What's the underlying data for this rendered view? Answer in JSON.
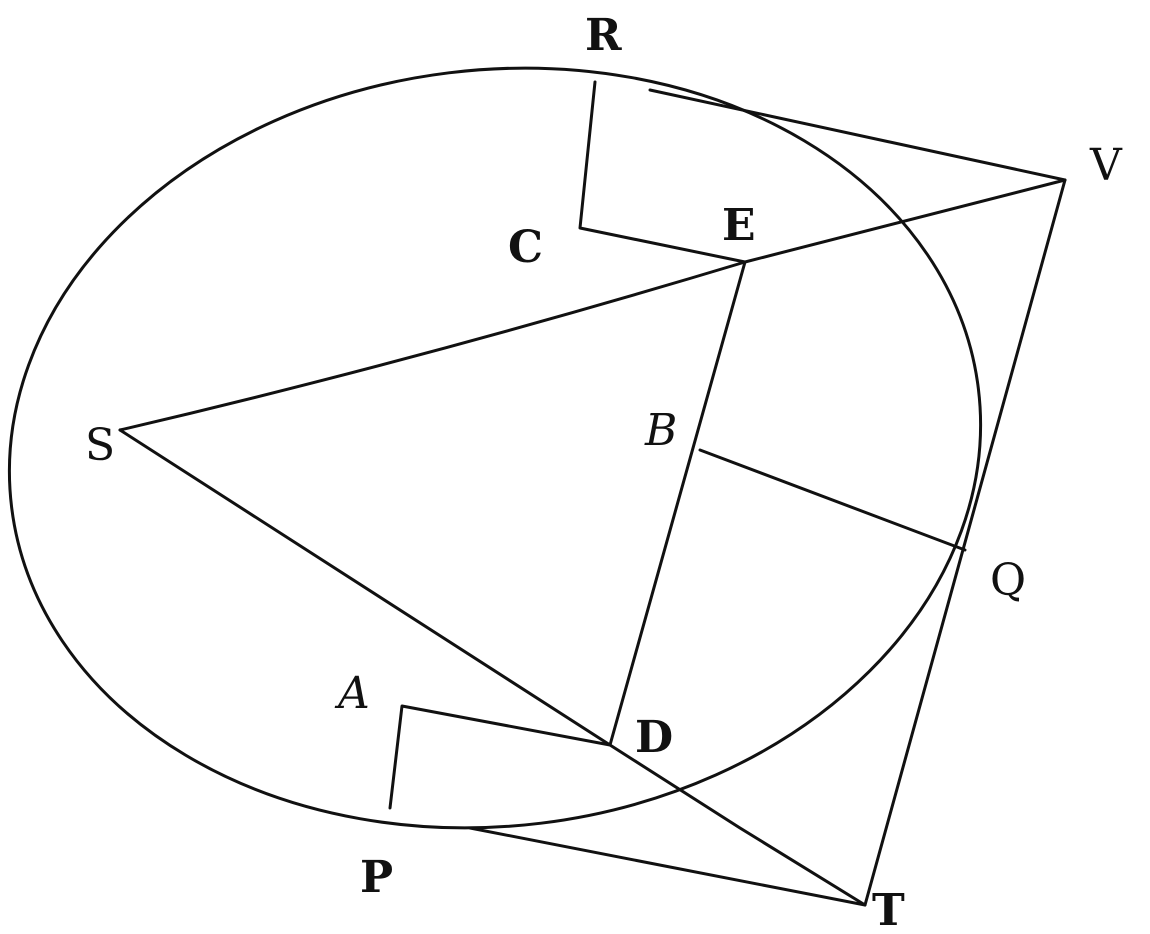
{
  "diagram": {
    "labels": {
      "R": "R",
      "V": "V",
      "C": "C",
      "E": "E",
      "S": "S",
      "B": "B",
      "Q": "Q",
      "A": "A",
      "D": "D",
      "P": "P",
      "T": "T"
    },
    "ink_color": "#111111"
  }
}
